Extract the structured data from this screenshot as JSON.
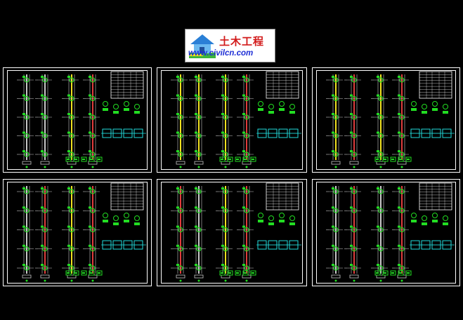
{
  "logo": {
    "title": "土木工程",
    "url": "www.civilcn.com"
  },
  "colors": {
    "background": "#000000",
    "frame": "#ffffff",
    "column_line": "#c8c8c8",
    "column_yellow": "#f0e020",
    "column_red": "#e03c3c",
    "joint_green": "#22dd22",
    "section_cyan": "#22dddd",
    "table_fill": "#e8e8e8",
    "logo_title": "#d21a1a",
    "logo_url": "#1f2fd6"
  },
  "drawing_sheets": [
    {
      "id": "sheet-1",
      "columns": [
        "gray",
        "gray",
        "yellow",
        "red"
      ]
    },
    {
      "id": "sheet-2",
      "columns": [
        "yellow",
        "yellow",
        "yellow",
        "red"
      ]
    },
    {
      "id": "sheet-3",
      "columns": [
        "yellow",
        "red",
        "yellow",
        "red"
      ]
    },
    {
      "id": "sheet-4",
      "columns": [
        "gray",
        "red",
        "yellow",
        "red"
      ]
    },
    {
      "id": "sheet-5",
      "columns": [
        "red",
        "gray",
        "yellow",
        "red"
      ]
    },
    {
      "id": "sheet-6",
      "columns": [
        "gray",
        "red",
        "gray",
        "red"
      ]
    }
  ]
}
